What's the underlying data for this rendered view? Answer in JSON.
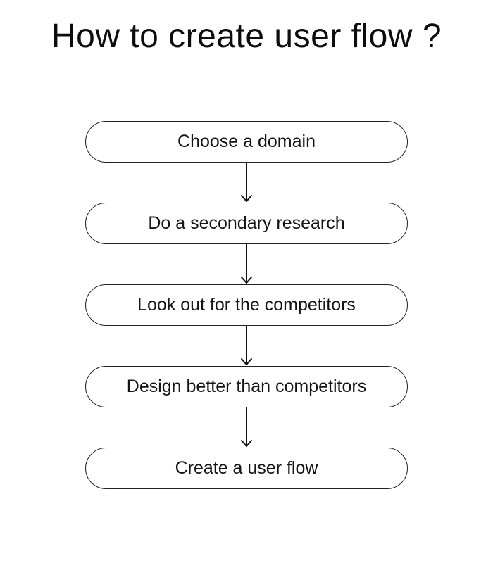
{
  "title": {
    "text": "How to create user flow ?"
  },
  "flow": {
    "steps": [
      {
        "label": "Choose a domain"
      },
      {
        "label": "Do a secondary research"
      },
      {
        "label": "Look out for the competitors"
      },
      {
        "label": "Design better than competitors"
      },
      {
        "label": "Create a user flow"
      }
    ],
    "connector": "arrow-down"
  },
  "colors": {
    "background": "#ffffff",
    "text": "#141414",
    "title_text": "#0d0d0d",
    "box_border": "#222222",
    "box_fill": "#ffffff",
    "arrow": "#111111"
  }
}
